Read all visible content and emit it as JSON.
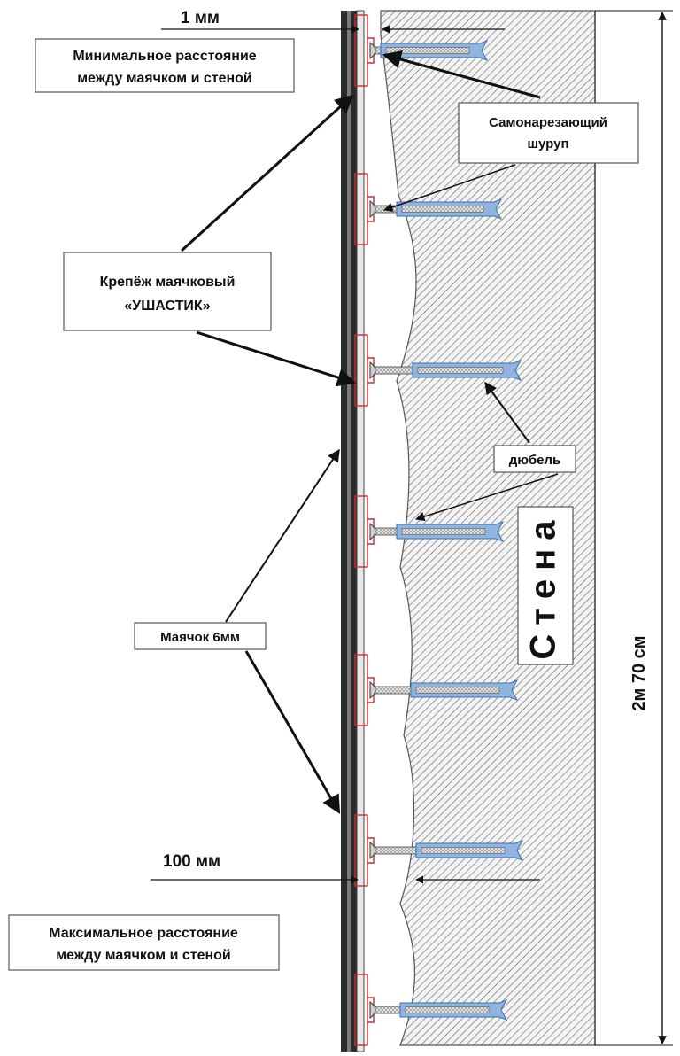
{
  "labels": {
    "min_gap_value": "1 мм",
    "min_gap_text_1": "Минимальное расстояние",
    "min_gap_text_2": "между маячком и стеной",
    "screw_text_1": "Самонарезающий",
    "screw_text_2": "шуруп",
    "clip_text_1": "Крепёж маячковый",
    "clip_text_2": "«УШАСТИК»",
    "dowel_text": "дюбель",
    "wall_text": "Стена",
    "beacon_text": "Маячок 6мм",
    "height_text": "2м 70 см",
    "max_gap_value": "100 мм",
    "max_gap_text_1": "Максимальное расстояние",
    "max_gap_text_2": "между маячком и стеной"
  },
  "colors": {
    "wall_hatch": "#555555",
    "beacon_dark": "#2b2b2b",
    "clip_red": "#d42a2a",
    "dowel_blue": "#8fb4df",
    "dowel_stroke": "#3f6fa8"
  },
  "fasteners_count_shown": 7
}
